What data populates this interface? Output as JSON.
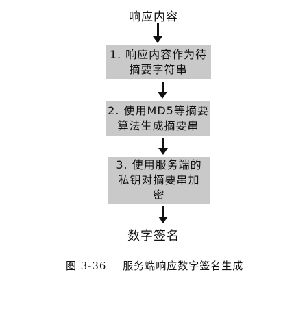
{
  "diagram": {
    "input_label": "响应内容",
    "steps": [
      {
        "lines": [
          "1. 响应内容作为待",
          "摘要字符串"
        ]
      },
      {
        "lines": [
          "2. 使用MD5等摘要",
          "算法生成摘要串"
        ]
      },
      {
        "lines": [
          "3. 使用服务端的",
          "私钥对摘要串加",
          "密"
        ]
      }
    ],
    "output_label": "数字签名"
  },
  "caption": {
    "number": "图 3-36",
    "text": "服务端响应数字签名生成"
  }
}
